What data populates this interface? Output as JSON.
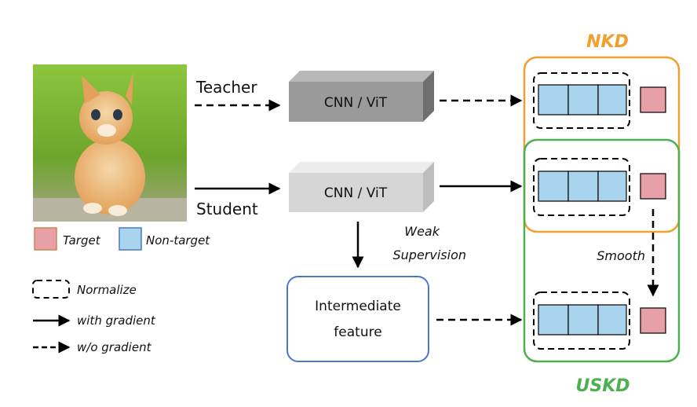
{
  "labels": {
    "teacher": "Teacher",
    "student": "Student",
    "teacher_model": "CNN / ViT",
    "student_model": "CNN / ViT",
    "intermediate_line1": "Intermediate",
    "intermediate_line2": "feature",
    "weak_line1": "Weak",
    "weak_line2": "Supervision",
    "smooth": "Smooth",
    "nkd": "NKD",
    "uskd": "USKD"
  },
  "legend": {
    "target": "Target",
    "non_target": "Non-target",
    "normalize": "Normalize",
    "with_gradient": "with gradient",
    "wo_gradient": "w/o gradient"
  },
  "colors": {
    "target": "#e8a0a8",
    "non_target": "#a8d4ee",
    "nkd": "#f0a030",
    "uskd": "#4caf50",
    "intermediate_border": "#4a78c8"
  },
  "images": {
    "input": "kitten-image"
  }
}
